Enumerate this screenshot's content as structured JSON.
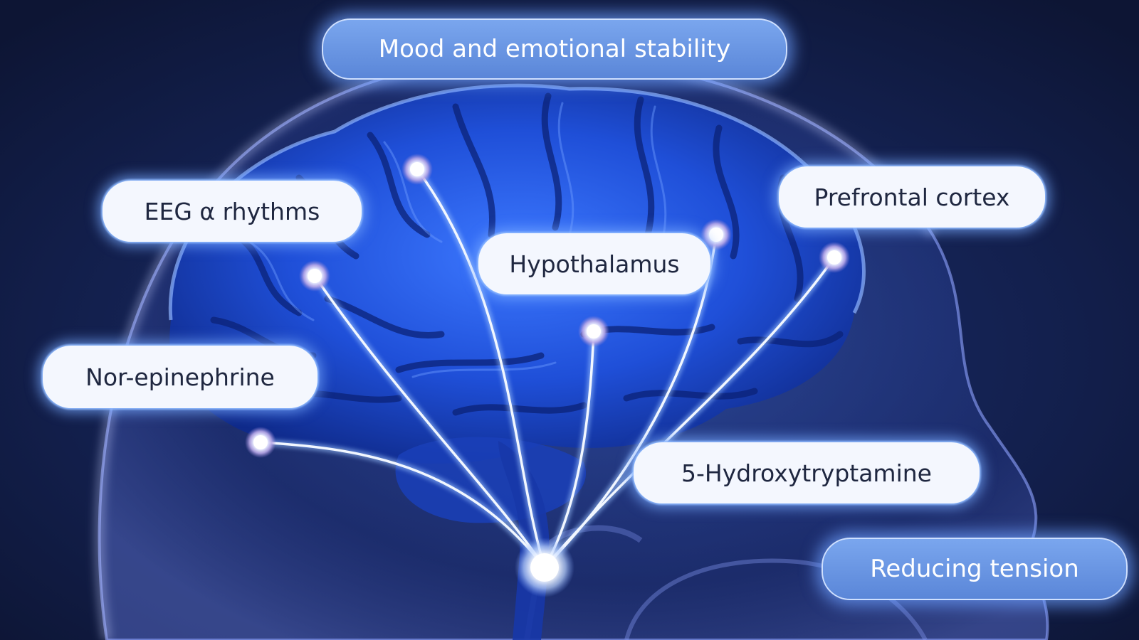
{
  "diagram": {
    "labels": {
      "mood": "Mood and emotional stability",
      "eeg": "EEG α rhythms",
      "prefrontal": "Prefrontal cortex",
      "hypothalamus": "Hypothalamus",
      "norepinephrine": "Nor-epinephrine",
      "serotonin": "5-Hydroxytryptamine",
      "tension": "Reducing tension"
    },
    "colors": {
      "background": "#101a3a",
      "brain": "#1f4fd8",
      "glow": "#9cc4ff",
      "label_light": "#f4f7fe",
      "label_blue": "#6b96e3",
      "label_text_dark": "#1f2740"
    }
  }
}
